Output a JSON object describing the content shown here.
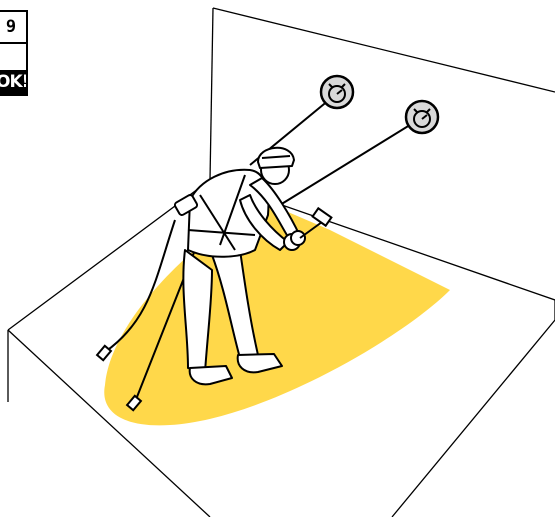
{
  "badge": {
    "number": "9",
    "status": "OK!"
  },
  "colors": {
    "floor_light": "#ffd84a",
    "ink": "#000000",
    "background": "#ffffff",
    "anchor_fill": "#d9d9d9"
  },
  "icons": [
    "anchor-point-icon",
    "anchor-point-icon",
    "worker-illustration",
    "hammer-icon",
    "shock-absorber-icon"
  ]
}
